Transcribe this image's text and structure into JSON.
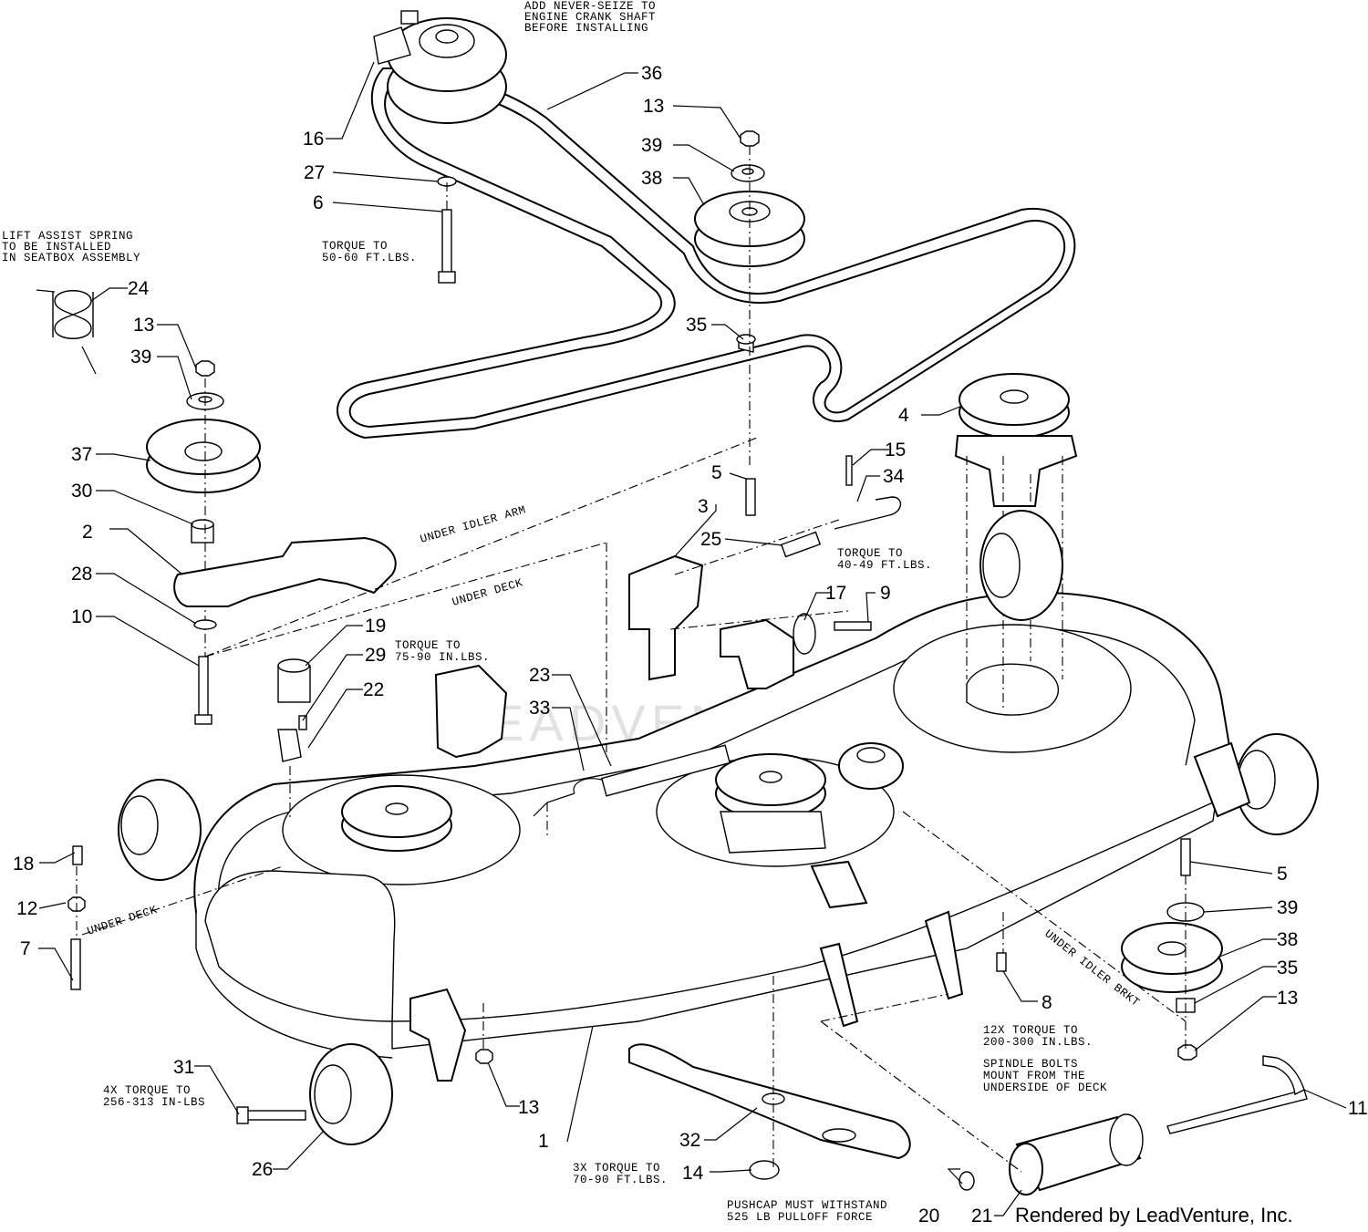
{
  "credit": "Rendered by LeadVenture, Inc.",
  "watermark": "LEADVENTURE",
  "callouts": {
    "c1": "1",
    "c2": "2",
    "c3": "3",
    "c4": "4",
    "c5a": "5",
    "c5b": "5",
    "c6": "6",
    "c7": "7",
    "c8": "8",
    "c9": "9",
    "c10": "10",
    "c11": "11",
    "c12": "12",
    "c13a": "13",
    "c13b": "13",
    "c13c": "13",
    "c13d": "13",
    "c14": "14",
    "c15": "15",
    "c16": "16",
    "c17": "17",
    "c18": "18",
    "c19": "19",
    "c20": "20",
    "c21": "21",
    "c22": "22",
    "c23": "23",
    "c24": "24",
    "c25": "25",
    "c26": "26",
    "c27": "27",
    "c28": "28",
    "c29": "29",
    "c30": "30",
    "c31": "31",
    "c32": "32",
    "c33": "33",
    "c34": "34",
    "c35a": "35",
    "c35b": "35",
    "c36": "36",
    "c37": "37",
    "c38a": "38",
    "c38b": "38",
    "c39a": "39",
    "c39b": "39",
    "c39c": "39"
  },
  "notes": {
    "never_seize": [
      "ADD NEVER-SEIZE TO",
      "ENGINE CRANK SHAFT",
      "BEFORE INSTALLING"
    ],
    "lift_assist": [
      "LIFT ASSIST SPRING",
      "TO BE INSTALLED",
      "IN SEATBOX ASSEMBLY"
    ],
    "torque_50_60": [
      "TORQUE TO",
      "50-60 FT.LBS."
    ],
    "torque_40_49": [
      "TORQUE TO",
      "40-49 FT.LBS."
    ],
    "torque_75_90": [
      "TORQUE TO",
      "75-90 IN.LBS."
    ],
    "torque_12x": [
      "12X TORQUE TO",
      "200-300 IN.LBS."
    ],
    "spindle_bolts": [
      "SPINDLE BOLTS",
      "MOUNT FROM THE",
      "UNDERSIDE OF DECK"
    ],
    "torque_4x": [
      "4X TORQUE TO",
      "256-313 IN-LBS"
    ],
    "torque_3x": [
      "3X TORQUE TO",
      "70-90 FT.LBS."
    ],
    "pushcap": [
      "PUSHCAP MUST WITHSTAND",
      "525 LB PULLOFF FORCE"
    ],
    "under_idler_arm": "UNDER IDLER ARM",
    "under_deck_top": "UNDER DECK",
    "under_deck_left": "UNDER DECK",
    "under_idler_brkt": "UNDER IDLER BRKT"
  }
}
